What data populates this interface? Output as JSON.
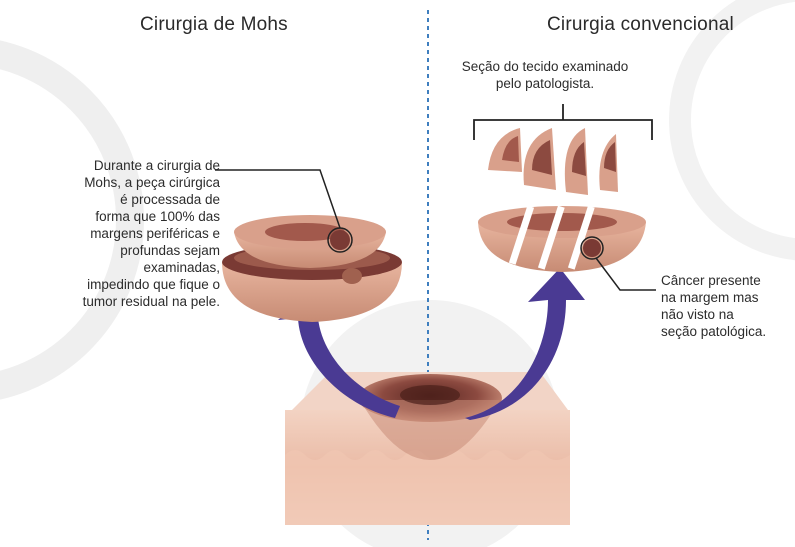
{
  "titles": {
    "left": "Cirurgia de Mohs",
    "right": "Cirurgia convencional"
  },
  "notes": {
    "mohs_lines": [
      "Durante a cirurgia de",
      "Mohs, a peça cirúrgica",
      "é processada de",
      "forma que 100% das",
      "margens periféricas e",
      "profundas sejam",
      "examinadas,",
      "impedindo que fique o",
      "tumor residual na pele."
    ],
    "section_lines": [
      "Seção do tecido examinado",
      "pelo patologista."
    ],
    "cancer_lines": [
      "Câncer presente",
      "na margem mas",
      "não visto na",
      "seção patológica."
    ]
  },
  "colors": {
    "arrow": "#4a3a93",
    "divider": "#3f7fbf",
    "skin": "#f0c7b4",
    "tissue": "#c98c78",
    "tumor": "#7a3a34"
  }
}
